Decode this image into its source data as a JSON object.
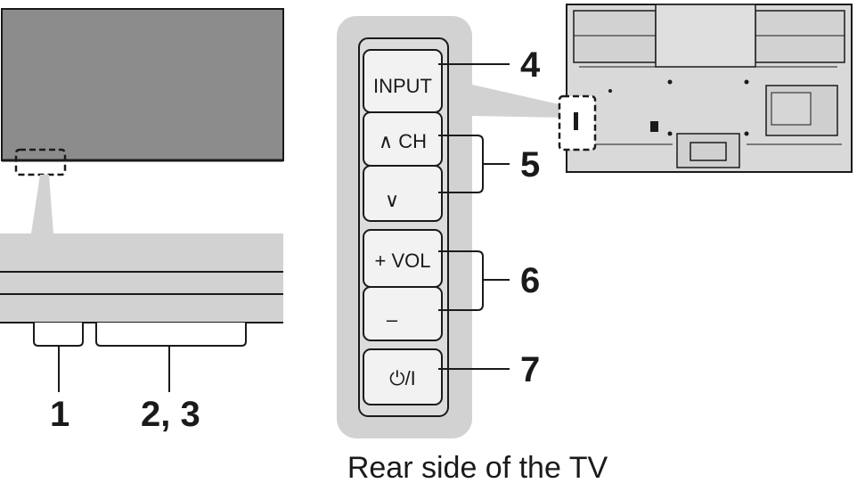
{
  "callouts": {
    "n1": "1",
    "n23": "2, 3",
    "n4": "4",
    "n5": "5",
    "n6": "6",
    "n7": "7"
  },
  "buttons": {
    "input": "INPUT",
    "ch_up": "∧ CH",
    "ch_down": "∨",
    "vol_up": "+ VOL",
    "vol_down": "–",
    "power": "⏻/I"
  },
  "caption": "Rear side of the TV",
  "colors": {
    "tv_screen": "#8c8c8c",
    "panel_bg": "#d2d2d2",
    "bezel": "#dcdcdc",
    "button_face": "#f2f2f2",
    "outline": "#1a1a1a"
  }
}
